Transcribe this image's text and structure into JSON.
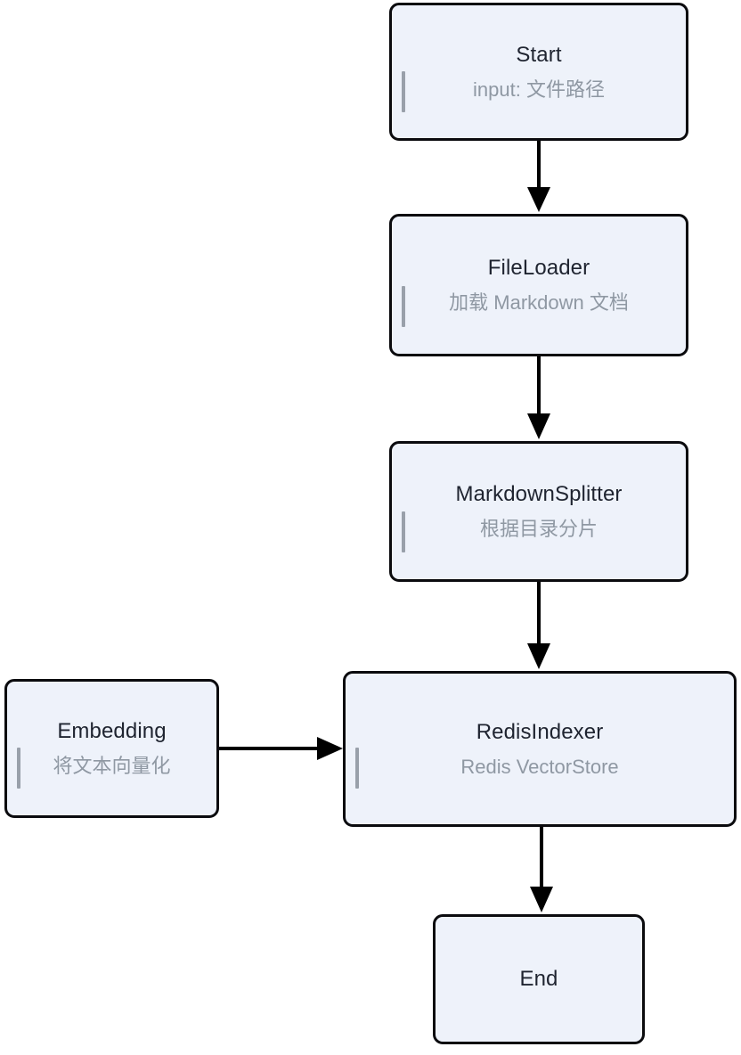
{
  "diagram": {
    "type": "flowchart",
    "orientation": "top-to-bottom",
    "background_color": "#ffffff",
    "node_fill_color": "#eef2fa",
    "node_border_color": "#0b0b0e",
    "accent_bar_color": "#99a0aa",
    "title_color": "#1f2430",
    "subtitle_color": "#8f98a3",
    "arrow_color": "#000000"
  },
  "nodes": [
    {
      "id": "start",
      "title": "Start",
      "subtitle": "input: 文件路径",
      "accent": true
    },
    {
      "id": "file-loader",
      "title": "FileLoader",
      "subtitle": "加载 Markdown 文档",
      "accent": true
    },
    {
      "id": "markdown-splitter",
      "title": "MarkdownSplitter",
      "subtitle": "根据目录分片",
      "accent": true
    },
    {
      "id": "redis-indexer",
      "title": "RedisIndexer",
      "subtitle": "Redis VectorStore",
      "accent": true
    },
    {
      "id": "embedding",
      "title": "Embedding",
      "subtitle": "将文本向量化",
      "accent": true
    },
    {
      "id": "end",
      "title": "End",
      "subtitle": "",
      "accent": false
    }
  ],
  "edges": [
    {
      "id": "start-to-file-loader",
      "from": "start",
      "to": "file-loader",
      "direction": "down",
      "label": ""
    },
    {
      "id": "file-loader-to-markdown-splitter",
      "from": "file-loader",
      "to": "markdown-splitter",
      "direction": "down",
      "label": ""
    },
    {
      "id": "markdown-splitter-to-redis-indexer",
      "from": "markdown-splitter",
      "to": "redis-indexer",
      "direction": "down",
      "label": ""
    },
    {
      "id": "embedding-to-redis-indexer",
      "from": "embedding",
      "to": "redis-indexer",
      "direction": "right",
      "label": ""
    },
    {
      "id": "redis-indexer-to-end",
      "from": "redis-indexer",
      "to": "end",
      "direction": "down",
      "label": ""
    }
  ]
}
